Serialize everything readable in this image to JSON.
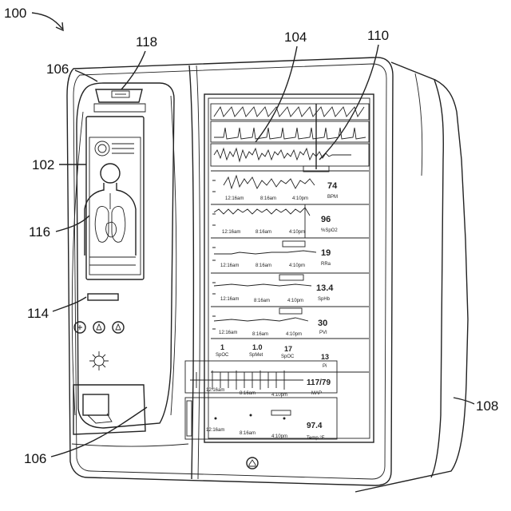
{
  "figure": {
    "ref_labels": {
      "device": "100",
      "left_panel_top": "106",
      "left_panel_bottom": "106",
      "handheld_screen": "102",
      "top_sensor": "118",
      "display": "104",
      "marker": "110",
      "body_graphic": "116",
      "handheld_slot": "114",
      "housing": "108"
    },
    "rows": [
      {
        "value": "74",
        "unit": "BPM",
        "times": [
          "12:16am",
          "8:16am",
          "4:10pm"
        ]
      },
      {
        "value": "96",
        "unit": "%SpO2",
        "times": [
          "12:16am",
          "8:16am",
          "4:10pm"
        ]
      },
      {
        "value": "19",
        "unit": "RRa",
        "times": [
          "12:16am",
          "8:16am",
          "4:10pm"
        ]
      },
      {
        "value": "13.4",
        "unit": "SpHb",
        "times": [
          "12:16am",
          "8:16am",
          "4:10pm"
        ]
      },
      {
        "value": "30",
        "unit": "PVI",
        "times": [
          "12:16am",
          "8:16am",
          "4:10pm"
        ]
      }
    ],
    "mini_params": [
      {
        "value": "1",
        "unit": "SpOC"
      },
      {
        "value": "1.0",
        "unit": "SpMet"
      },
      {
        "value": "17",
        "unit": "SpOC"
      },
      {
        "value": "13",
        "unit": "Pi"
      }
    ],
    "nibp": {
      "value": "117/79",
      "unit": "MAP",
      "times": [
        "12:16am",
        "8:16am",
        "4:10pm"
      ]
    },
    "temp": {
      "value": "97.4",
      "unit": "Temp °F",
      "times": [
        "12:16am",
        "8:16am",
        "4:10pm"
      ]
    }
  }
}
